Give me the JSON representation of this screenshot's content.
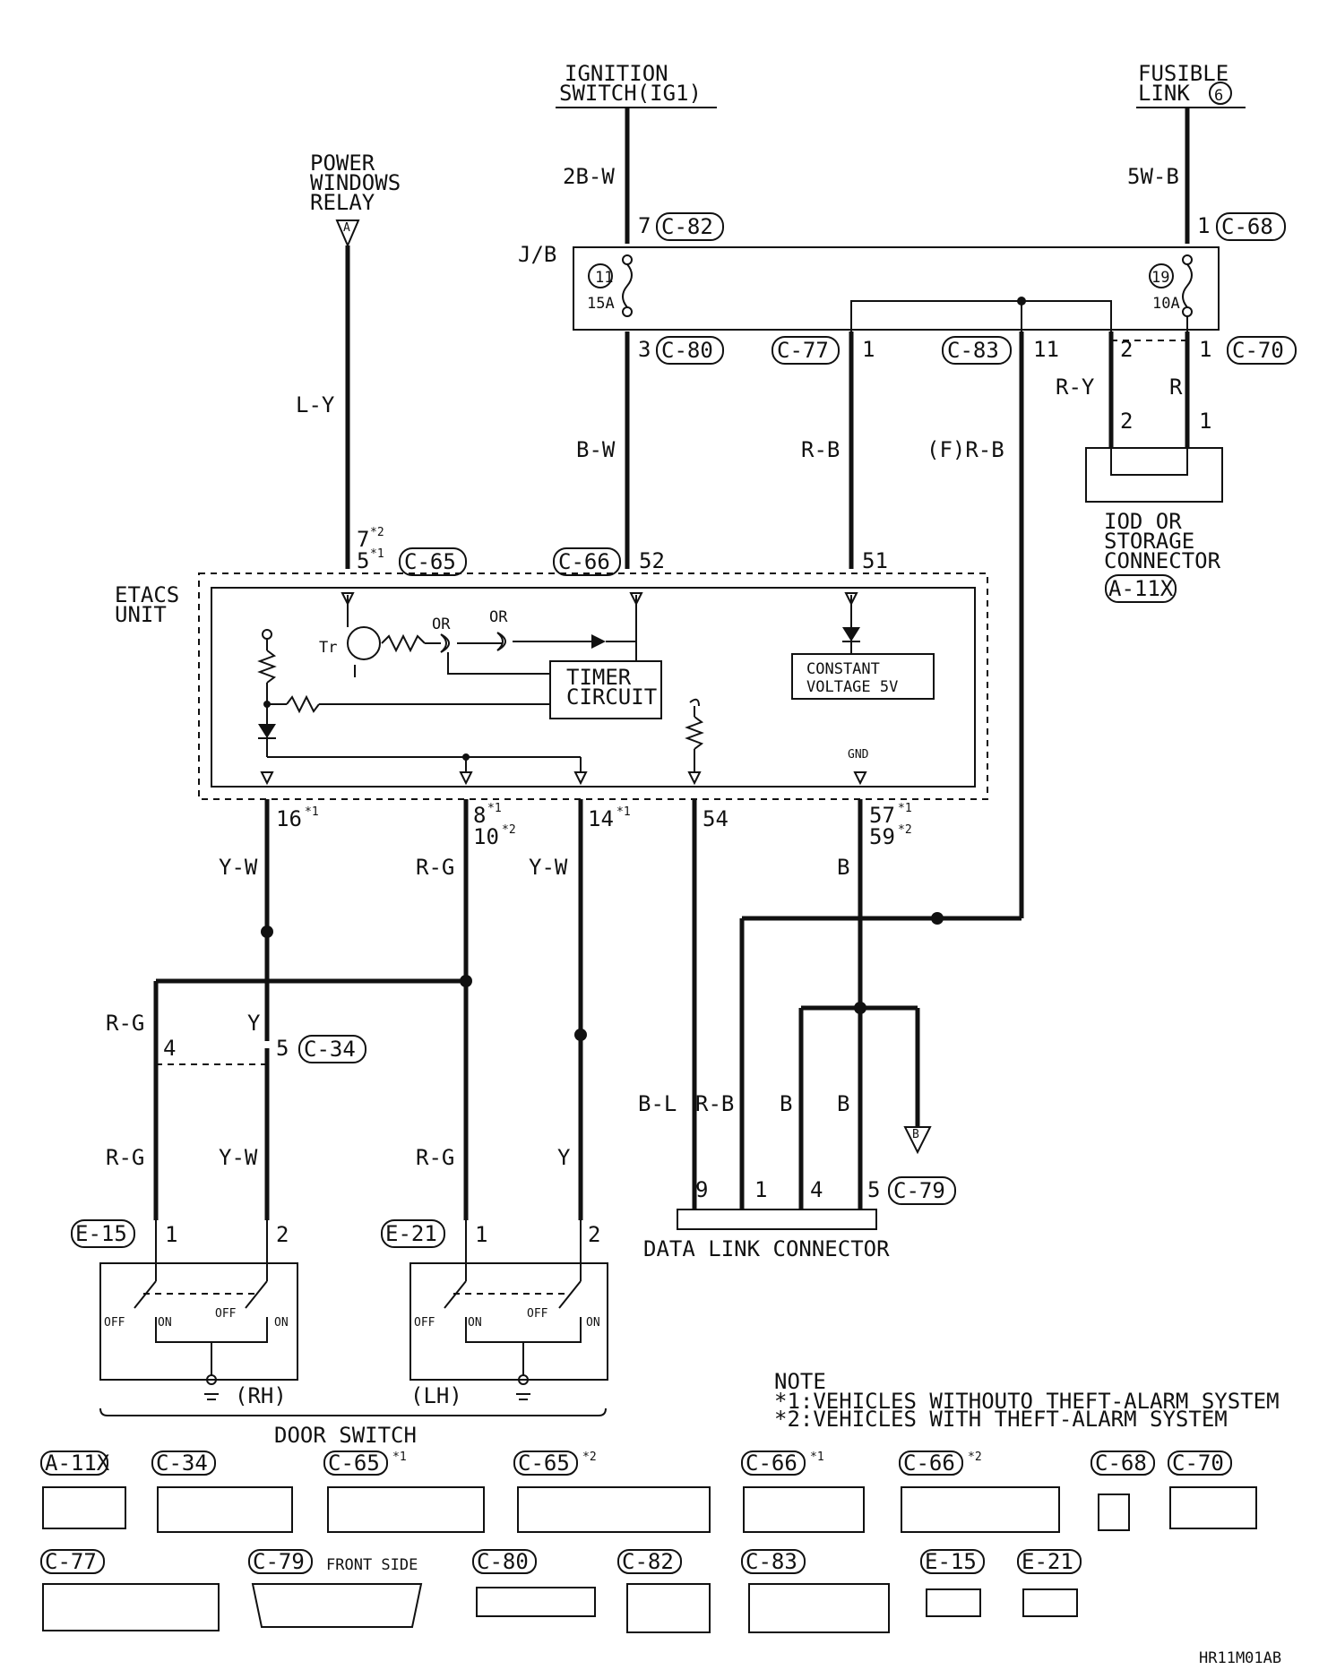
{
  "sources": {
    "ignition_line1": "IGNITION",
    "ignition_line2": "SWITCH(IG1)",
    "fusible_line1": "FUSIBLE",
    "fusible_line2": "LINK",
    "fusible_num": "6",
    "relay_line1": "POWER",
    "relay_line2": "WINDOWS",
    "relay_line3": "RELAY",
    "relay_marker": "A"
  },
  "wires": {
    "w_2bw": "2B-W",
    "w_5wb": "5W-B",
    "w_ly": "L-Y",
    "w_bw": "B-W",
    "w_rb": "R-B",
    "w_frb": "(F)R-B",
    "w_ry": "R-Y",
    "w_r": "R",
    "w_yw1": "Y-W",
    "w_rg1": "R-G",
    "w_yw2": "Y-W",
    "w_b": "B",
    "w_rg_l": "R-G",
    "w_y_l": "Y",
    "w_rg_l2": "R-G",
    "w_yw_l2": "Y-W",
    "w_rg_m": "R-G",
    "w_y_m": "Y",
    "w_bl": "B-L",
    "w_rb2": "R-B",
    "w_b2": "B",
    "w_b3": "B"
  },
  "connectors": {
    "c82": "C-82",
    "c68": "C-68",
    "c80": "C-80",
    "c77": "C-77",
    "c83": "C-83",
    "c70": "C-70",
    "c65": "C-65",
    "c66": "C-66",
    "c34": "C-34",
    "c79": "C-79",
    "e15": "E-15",
    "e21": "E-21",
    "a11x": "A-11X"
  },
  "pins": {
    "p7": "7",
    "p1a": "1",
    "p3": "3",
    "p1b": "1",
    "p11": "11",
    "p2a": "2",
    "p1c": "1",
    "p2b": "2",
    "p1d": "1",
    "p7s": "7",
    "p5s": "5",
    "p52": "52",
    "p51": "51",
    "p16": "16",
    "p8": "8",
    "p10": "10",
    "p14": "14",
    "p54": "54",
    "p57": "57",
    "p59": "59",
    "p4": "4",
    "p5": "5",
    "p9": "9",
    "p1e": "1",
    "p4b": "4",
    "p5b": "5",
    "e15p1": "1",
    "e15p2": "2",
    "e21p1": "1",
    "e21p2": "2",
    "s1": "*1",
    "s2": "*2"
  },
  "jb": {
    "label": "J/B",
    "f11": "11",
    "f11_amp": "15A",
    "f19": "19",
    "f19_amp": "10A"
  },
  "etacs": {
    "line1": "ETACS",
    "line2": "UNIT",
    "tr": "Tr",
    "or1": "OR",
    "or2": "OR",
    "timer1": "TIMER",
    "timer2": "CIRCUIT",
    "cv1": "CONSTANT",
    "cv2": "VOLTAGE 5V",
    "gnd": "GND"
  },
  "iod": {
    "line1": "IOD OR",
    "line2": "STORAGE",
    "line3": "CONNECTOR"
  },
  "dlc": {
    "label": "DATA LINK CONNECTOR",
    "ground_marker": "B"
  },
  "switches": {
    "off": "OFF",
    "on": "ON",
    "rh": "(RH)",
    "lh": "(LH)",
    "door": "DOOR SWITCH"
  },
  "note": {
    "title": "NOTE",
    "l1": "*1:VEHICLES WITHOUTO THEFT-ALARM SYSTEM",
    "l2": "*2:VEHICLES WITH THEFT-ALARM SYSTEM"
  },
  "legend": {
    "a11x": "A-11X",
    "c34": "C-34",
    "c65a": "C-65",
    "c65a_s": "*1",
    "c65b": "C-65",
    "c65b_s": "*2",
    "c66a": "C-66",
    "c66a_s": "*1",
    "c66b": "C-66",
    "c66b_s": "*2",
    "c68": "C-68",
    "c70": "C-70",
    "c77": "C-77",
    "c79": "C-79",
    "front": "FRONT SIDE",
    "c80": "C-80",
    "c82": "C-82",
    "c83": "C-83",
    "e15": "E-15",
    "e21": "E-21"
  },
  "code": "HR11M01AB"
}
